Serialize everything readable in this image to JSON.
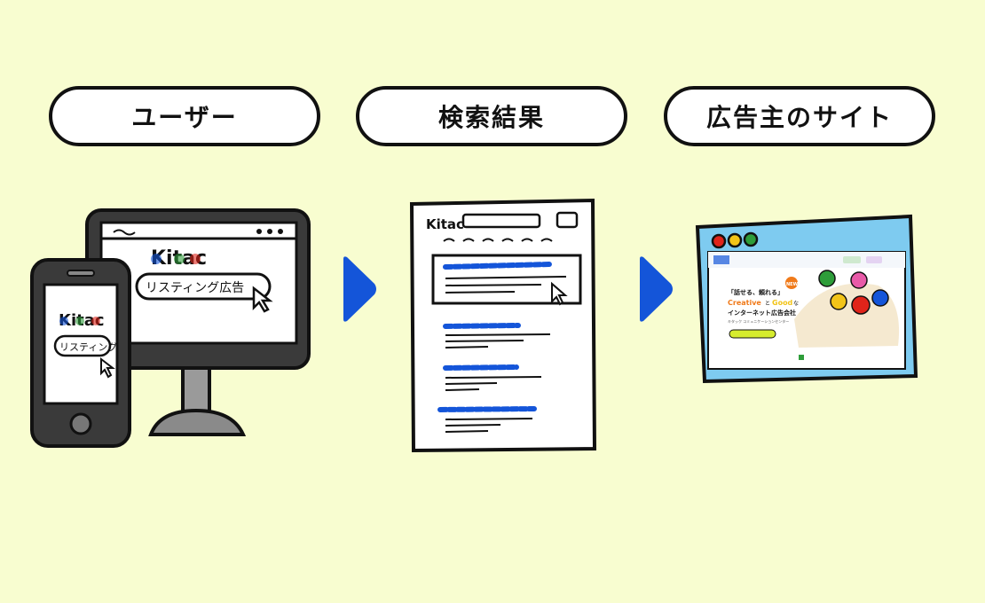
{
  "steps": [
    {
      "label": "ユーザー"
    },
    {
      "label": "検索結果"
    },
    {
      "label": "広告主のサイト"
    }
  ],
  "devices": {
    "logo": "Kitac",
    "monitor_search": "リスティング広告",
    "phone_search": "リスティング"
  },
  "advertiser_site": {
    "headline": "「話せる、頼れる」",
    "tagline_1": "Creative",
    "tagline_2": "と",
    "tagline_3": "Good",
    "tagline_4": "な",
    "subline": "インターネット広告会社",
    "caption": "キタック コミュニケーションセンター",
    "badge": "NEW"
  },
  "colors": {
    "background": "#f8fdd0",
    "arrow": "#1455d9",
    "site_sky": "#7ecbf0"
  }
}
